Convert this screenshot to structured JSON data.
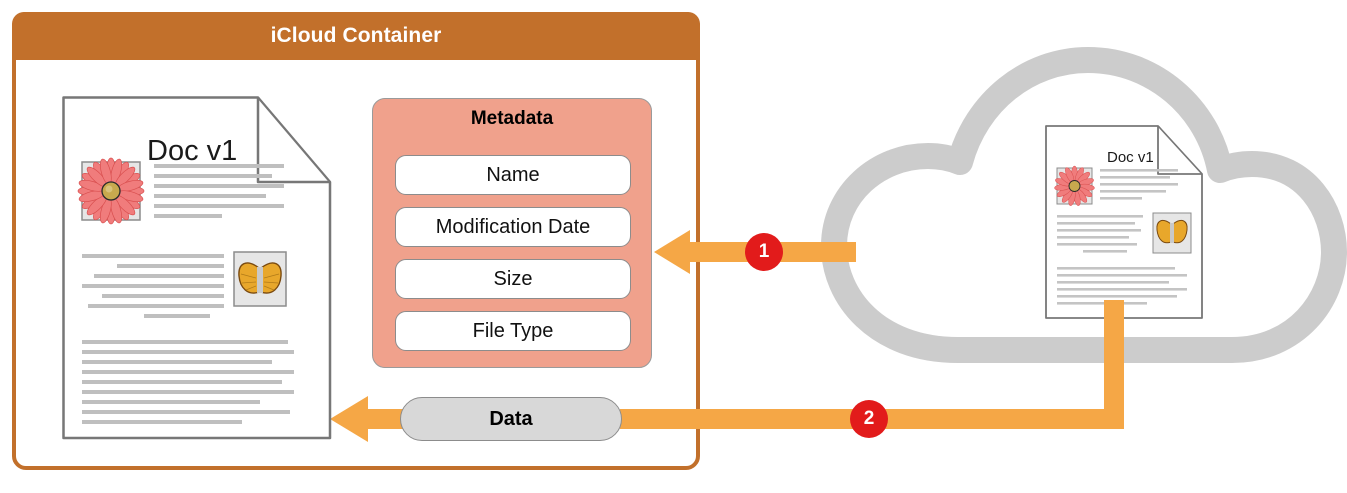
{
  "diagram": {
    "title": "iCloud Container",
    "type": "flow-diagram"
  },
  "container": {
    "header_label": "iCloud Container",
    "header_color": "#C2702B",
    "border_color": "#C2702B"
  },
  "local_document": {
    "title": "Doc v1",
    "images": [
      "flower-image",
      "butterfly-image"
    ]
  },
  "cloud_document": {
    "title": "Doc v1",
    "images": [
      "flower-image",
      "butterfly-image"
    ]
  },
  "metadata": {
    "title": "Metadata",
    "panel_color": "#F0A18C",
    "fields": [
      {
        "label": "Name"
      },
      {
        "label": "Modification Date"
      },
      {
        "label": "Size"
      },
      {
        "label": "File Type"
      }
    ]
  },
  "data_pill": {
    "label": "Data",
    "fill_color": "#D8D8D8"
  },
  "flow": {
    "arrow_color": "#F5A746",
    "badge_color": "#E21B1B",
    "steps": [
      {
        "number": "1",
        "target": "metadata-panel",
        "direction": "left"
      },
      {
        "number": "2",
        "target": "data-pill",
        "direction": "left"
      }
    ]
  },
  "cloud": {
    "name": "icloud-shape",
    "stroke_color": "#CCCCCC"
  }
}
